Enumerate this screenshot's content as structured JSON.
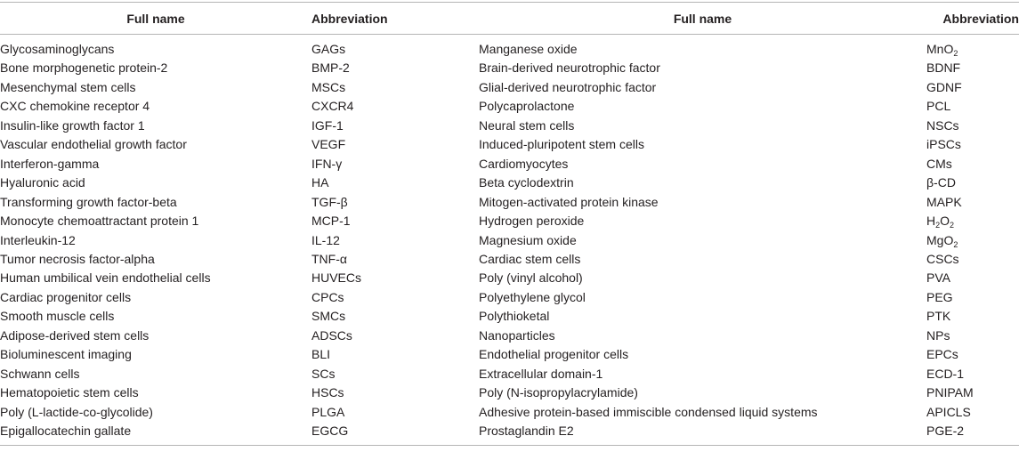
{
  "headers": {
    "full_name_1": "Full name",
    "abbreviation_1": "Abbreviation",
    "full_name_2": "Full name",
    "abbreviation_2": "Abbreviation"
  },
  "rows": [
    {
      "name1": "Glycosaminoglycans",
      "abbr1": "GAGs",
      "name2": "Manganese oxide",
      "abbr2": "MnO",
      "abbr2_sub": "2",
      "abbr2_tail": ""
    },
    {
      "name1": "Bone morphogenetic protein-2",
      "abbr1": "BMP-2",
      "name2": "Brain-derived neurotrophic factor",
      "abbr2": "BDNF",
      "abbr2_sub": "",
      "abbr2_tail": ""
    },
    {
      "name1": "Mesenchymal stem cells",
      "abbr1": "MSCs",
      "name2": "Glial-derived neurotrophic factor",
      "abbr2": "GDNF",
      "abbr2_sub": "",
      "abbr2_tail": ""
    },
    {
      "name1": "CXC chemokine receptor 4",
      "abbr1": "CXCR4",
      "name2": "Polycaprolactone",
      "abbr2": "PCL",
      "abbr2_sub": "",
      "abbr2_tail": ""
    },
    {
      "name1": "Insulin-like growth factor 1",
      "abbr1": "IGF-1",
      "name2": "Neural stem cells",
      "abbr2": "NSCs",
      "abbr2_sub": "",
      "abbr2_tail": ""
    },
    {
      "name1": "Vascular endothelial growth factor",
      "abbr1": "VEGF",
      "name2": "Induced-pluripotent stem cells",
      "abbr2": "iPSCs",
      "abbr2_sub": "",
      "abbr2_tail": ""
    },
    {
      "name1": "Interferon-gamma",
      "abbr1": "IFN-γ",
      "name2": "Cardiomyocytes",
      "abbr2": "CMs",
      "abbr2_sub": "",
      "abbr2_tail": ""
    },
    {
      "name1": "Hyaluronic acid",
      "abbr1": "HA",
      "name2": "Beta cyclodextrin",
      "abbr2": "β-CD",
      "abbr2_sub": "",
      "abbr2_tail": ""
    },
    {
      "name1": "Transforming growth factor-beta",
      "abbr1": "TGF-β",
      "name2": "Mitogen-activated protein kinase",
      "abbr2": "MAPK",
      "abbr2_sub": "",
      "abbr2_tail": ""
    },
    {
      "name1": "Monocyte chemoattractant protein 1",
      "abbr1": "MCP-1",
      "name2": "Hydrogen peroxide",
      "abbr2": "H",
      "abbr2_sub": "2",
      "abbr2_tail": "O₂"
    },
    {
      "name1": "Interleukin-12",
      "abbr1": "IL-12",
      "name2": "Magnesium oxide",
      "abbr2": "MgO",
      "abbr2_sub": "2",
      "abbr2_tail": ""
    },
    {
      "name1": "Tumor necrosis factor-alpha",
      "abbr1": "TNF-α",
      "name2": "Cardiac stem cells",
      "abbr2": "CSCs",
      "abbr2_sub": "",
      "abbr2_tail": ""
    },
    {
      "name1": "Human umbilical vein endothelial cells",
      "abbr1": "HUVECs",
      "name2": "Poly (vinyl alcohol)",
      "abbr2": "PVA",
      "abbr2_sub": "",
      "abbr2_tail": ""
    },
    {
      "name1": "Cardiac progenitor cells",
      "abbr1": "CPCs",
      "name2": "Polyethylene glycol",
      "abbr2": "PEG",
      "abbr2_sub": "",
      "abbr2_tail": ""
    },
    {
      "name1": "Smooth muscle cells",
      "abbr1": "SMCs",
      "name2": "Polythioketal",
      "abbr2": "PTK",
      "abbr2_sub": "",
      "abbr2_tail": ""
    },
    {
      "name1": "Adipose-derived stem cells",
      "abbr1": "ADSCs",
      "name2": "Nanoparticles",
      "abbr2": "NPs",
      "abbr2_sub": "",
      "abbr2_tail": ""
    },
    {
      "name1": "Bioluminescent imaging",
      "abbr1": "BLI",
      "name2": "Endothelial progenitor cells",
      "abbr2": "EPCs",
      "abbr2_sub": "",
      "abbr2_tail": ""
    },
    {
      "name1": "Schwann cells",
      "abbr1": "SCs",
      "name2": "Extracellular domain-1",
      "abbr2": "ECD-1",
      "abbr2_sub": "",
      "abbr2_tail": ""
    },
    {
      "name1": "Hematopoietic stem cells",
      "abbr1": "HSCs",
      "name2": "Poly (N-isopropylacrylamide)",
      "abbr2": "PNIPAM",
      "abbr2_sub": "",
      "abbr2_tail": ""
    },
    {
      "name1": "Poly (L-lactide-co-glycolide)",
      "abbr1": "PLGA",
      "name2": "Adhesive protein-based immiscible condensed liquid systems",
      "abbr2": "APICLS",
      "abbr2_sub": "",
      "abbr2_tail": ""
    },
    {
      "name1": "Epigallocatechin gallate",
      "abbr1": "EGCG",
      "name2": "Prostaglandin E2",
      "abbr2": "PGE-2",
      "abbr2_sub": "",
      "abbr2_tail": ""
    }
  ]
}
